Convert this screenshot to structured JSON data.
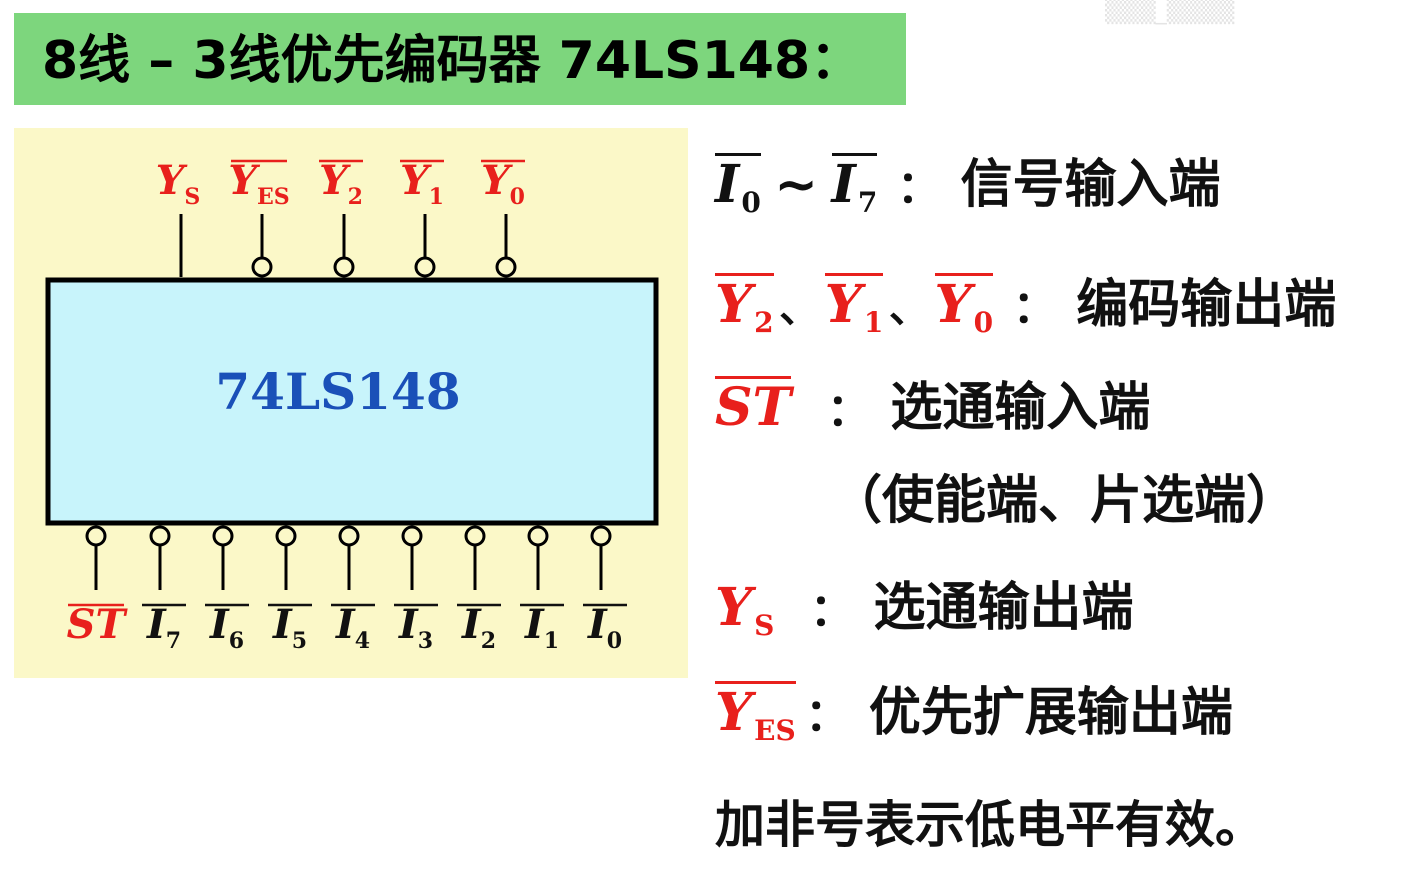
{
  "title": "8线 – 3线优先编码器 74LS148：",
  "chip": {
    "name": "74LS148",
    "top_pins": [
      {
        "base": "Y",
        "sub": "S",
        "bar": false,
        "bubble": false
      },
      {
        "base": "Y",
        "sub": "ES",
        "bar": true,
        "bubble": true
      },
      {
        "base": "Y",
        "sub": "2",
        "bar": true,
        "bubble": true
      },
      {
        "base": "Y",
        "sub": "1",
        "bar": true,
        "bubble": true
      },
      {
        "base": "Y",
        "sub": "0",
        "bar": true,
        "bubble": true
      }
    ],
    "bottom_pins": [
      {
        "base": "ST",
        "sub": "",
        "bar": true,
        "red": true
      },
      {
        "base": "I",
        "sub": "7",
        "bar": true,
        "red": false
      },
      {
        "base": "I",
        "sub": "6",
        "bar": true,
        "red": false
      },
      {
        "base": "I",
        "sub": "5",
        "bar": true,
        "red": false
      },
      {
        "base": "I",
        "sub": "4",
        "bar": true,
        "red": false
      },
      {
        "base": "I",
        "sub": "3",
        "bar": true,
        "red": false
      },
      {
        "base": "I",
        "sub": "2",
        "bar": true,
        "red": false
      },
      {
        "base": "I",
        "sub": "1",
        "bar": true,
        "red": false
      },
      {
        "base": "I",
        "sub": "0",
        "bar": true,
        "red": false
      }
    ]
  },
  "legend": {
    "inputs": {
      "sym_a": "I",
      "sub_a": "0",
      "tilde": "~",
      "sym_b": "I",
      "sub_b": "7",
      "colon": "：",
      "desc": "信号输入端"
    },
    "outputs": {
      "sym": "Y",
      "sub_2": "2",
      "sub_1": "1",
      "sub_0": "0",
      "sep1": "、",
      "sep2": "、",
      "colon": "：",
      "desc": "编码输出端"
    },
    "st": {
      "sym": "ST",
      "colon": "：",
      "desc": "选通输入端"
    },
    "st_note": "（使能端、片选端）",
    "ys": {
      "sym": "Y",
      "sub": "S",
      "colon": "：",
      "desc": "选通输出端"
    },
    "yes": {
      "sym": "Y",
      "sub": "ES",
      "colon": "：",
      "desc": "优先扩展输出端"
    },
    "note": "加非号表示低电平有效。"
  },
  "colors": {
    "title_bg": "#7dd67d",
    "panel_bg": "#fbf8c8",
    "chip_fill": "#c8f4fb",
    "chip_label": "#1a50b8",
    "red": "#e8201c",
    "blue": "#1a2fd6"
  }
}
